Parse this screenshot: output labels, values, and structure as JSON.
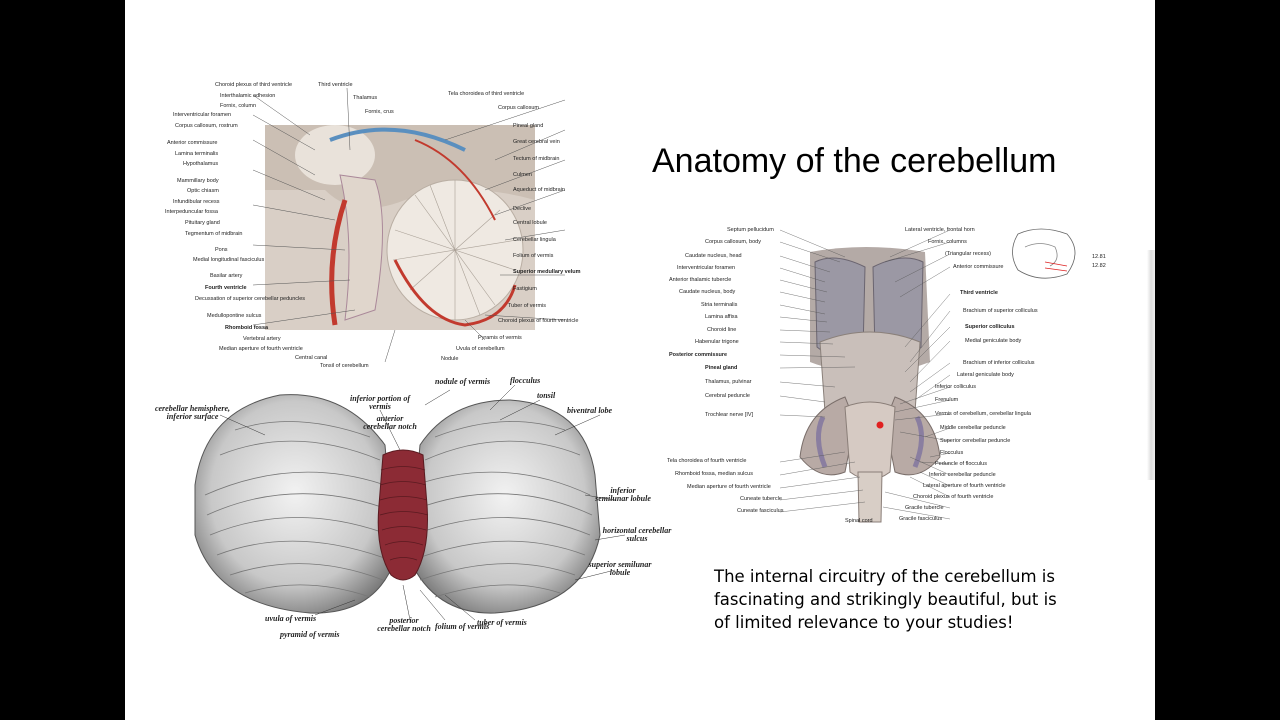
{
  "slide": {
    "title": "Anatomy of the cerebellum",
    "body": "The internal circuitry of the cerebellum is fascinating and strikingly beautiful, but is of limited relevance to your studies!"
  },
  "figure_sagittal": {
    "labels_left": [
      "Choroid plexus of third ventricle",
      "Interthalamic adhesion",
      "Fornix, column",
      "Interventricular foramen",
      "Corpus callosum, rostrum",
      "Anterior commissure",
      "Lamina terminalis",
      "Hypothalamus",
      "Mammillary body",
      "Optic chiasm",
      "Infundibular recess",
      "Interpeduncular fossa",
      "Pituitary gland",
      "Tegmentum of midbrain",
      "Pons",
      "Medial longitudinal fasciculus",
      "Basilar artery",
      "Fourth ventricle",
      "Decussation of superior cerebellar peduncles",
      "Medullopontine sulcus",
      "Rhomboid fossa",
      "Vertebral artery",
      "Median aperture of fourth ventricle",
      "Central canal",
      "Tonsil of cerebellum"
    ],
    "labels_right": [
      "Third ventricle",
      "Thalamus",
      "Fornix, crus",
      "Tela choroidea of third ventricle",
      "Corpus callosum",
      "Pineal gland",
      "Great cerebral vein",
      "Tectum of midbrain",
      "Culmen",
      "Aqueduct of midbrain",
      "Declive",
      "Central lobule",
      "Cerebellar lingula",
      "Folium of vermis",
      "Superior medullary velum",
      "Fastigium",
      "Tuber of vermis",
      "Choroid plexus of fourth ventricle",
      "Pyramis of vermis",
      "Uvula of cerebellum",
      "Nodule"
    ]
  },
  "figure_inferior": {
    "labels": [
      "cerebellar hemisphere, inferior surface",
      "inferior portion of vermis",
      "anterior cerebellar notch",
      "nodule of vermis",
      "flocculus",
      "tonsil",
      "biventral lobe",
      "inferior semilunar lobule",
      "horizontal cerebellar sulcus",
      "superior semilunar lobule",
      "uvula of vermis",
      "pyramid of vermis",
      "posterior cerebellar notch",
      "folium of vermis",
      "tuber of vermis"
    ]
  },
  "figure_dorsal": {
    "labels_left": [
      "Septum pellucidum",
      "Corpus callosum, body",
      "Caudate nucleus, head",
      "Interventricular foramen",
      "Anterior thalamic tubercle",
      "Caudate nucleus, body",
      "Stria terminalis",
      "Lamina affixa",
      "Choroid line",
      "Habenular trigone",
      "Posterior commissure",
      "Pineal gland",
      "Thalamus, pulvinar",
      "Cerebral peduncle",
      "Trochlear nerve [IV]",
      "Tela choroidea of fourth ventricle",
      "Rhomboid fossa, median sulcus",
      "Median aperture of fourth ventricle",
      "Cuneate tubercle",
      "Cuneate fasciculus",
      "Spinal cord"
    ],
    "labels_right": [
      "Lateral ventricle, frontal horn",
      "Fornix, columns",
      "(Triangular recess)",
      "Anterior commissure",
      "Third ventricle",
      "Brachium of superior colliculus",
      "Superior colliculus",
      "Medial geniculate body",
      "Brachium of inferior colliculus",
      "Lateral geniculate body",
      "Inferior colliculus",
      "Frenulum",
      "Vermis of cerebellum, cerebellar lingula",
      "Middle cerebellar peduncle",
      "Superior cerebellar peduncle",
      "Flocculus",
      "Peduncle of flocculus",
      "Inferior cerebellar peduncle",
      "Lateral aperture of fourth ventricle",
      "Choroid plexus of fourth ventricle",
      "Gracile tubercle",
      "Gracile fasciculus"
    ],
    "inset_labels": [
      "12.81",
      "12.82"
    ]
  }
}
